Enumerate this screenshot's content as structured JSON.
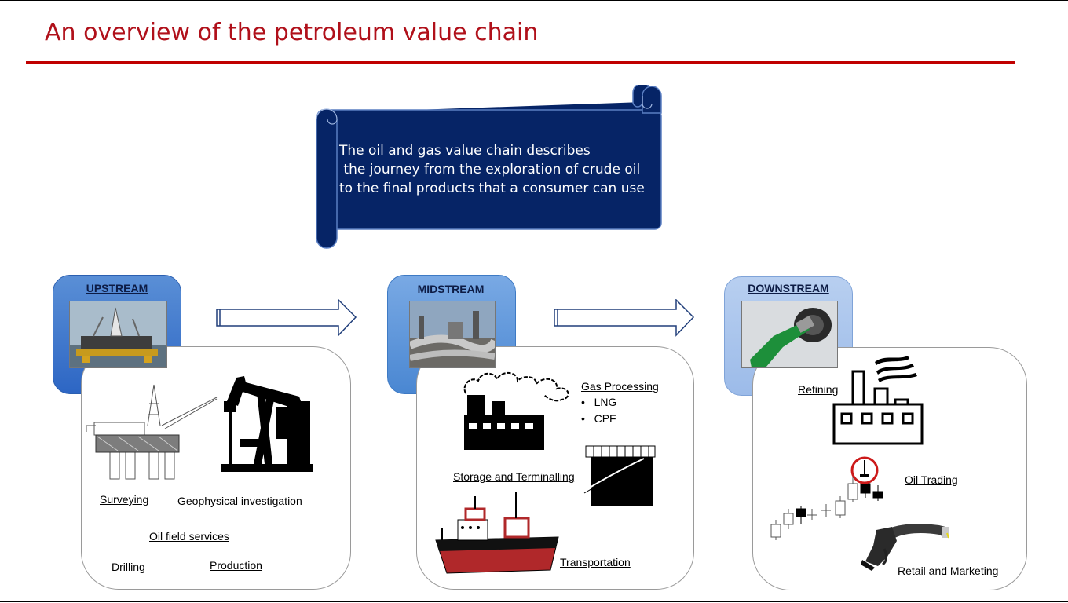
{
  "slide": {
    "title": "An overview of the petroleum value chain"
  },
  "scroll": {
    "text": "The oil and gas value chain describes\n the journey from the exploration of crude oil\nto the final products that a consumer can use"
  },
  "stages": {
    "upstream": {
      "label": "UPSTREAM",
      "activities": {
        "surveying": "Surveying",
        "geophysical": "Geophysical investigation",
        "oilfield": "Oil field services",
        "drilling": "Drilling",
        "production": "Production"
      }
    },
    "midstream": {
      "label": "MIDSTREAM",
      "activities": {
        "gas_processing": "Gas Processing",
        "lng": "LNG",
        "cpf": "CPF",
        "storage": "Storage and Terminalling",
        "transportation": "Transportation"
      }
    },
    "downstream": {
      "label": "DOWNSTREAM",
      "activities": {
        "refining": "Refining",
        "oil_trading": "Oil Trading",
        "retail": "Retail and Marketing"
      }
    }
  },
  "colors": {
    "title": "#b0101a",
    "rule": "#c00000",
    "scroll_fill": "#062466",
    "upstream_tab": "#2d66c4",
    "midstream_tab": "#4a87d2",
    "downstream_tab": "#9cbbe9"
  },
  "icons": [
    "oil-rig-icon",
    "pumpjack-icon",
    "factory-smoke-icon",
    "storage-tank-icon",
    "tanker-ship-icon",
    "refinery-icon",
    "candlestick-chart-icon",
    "fuel-nozzle-icon",
    "right-arrow-icon"
  ]
}
